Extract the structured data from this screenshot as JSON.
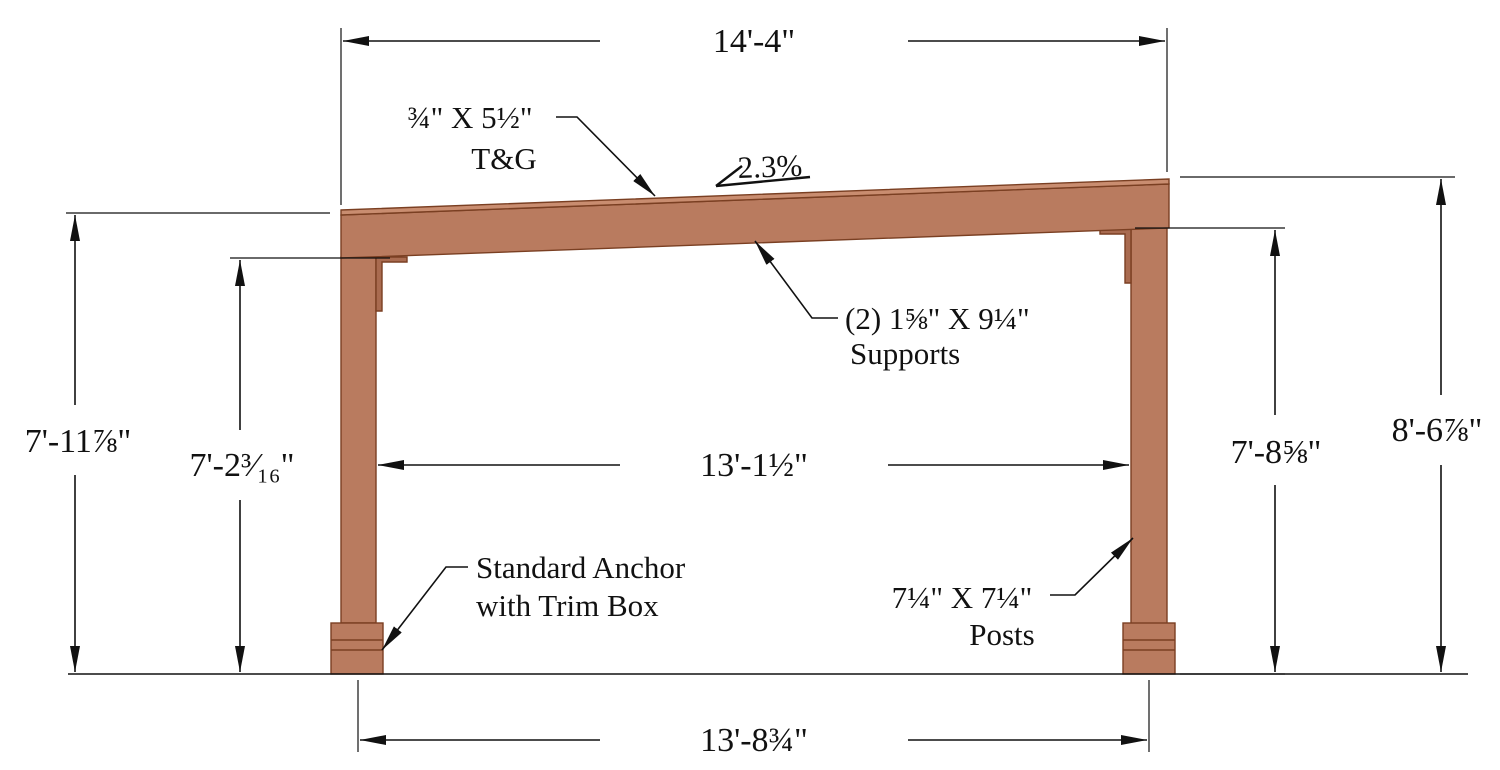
{
  "colors": {
    "wood": "#b97b5f",
    "wood_edge": "#7a3f22",
    "ink": "#111111",
    "background": "#ffffff"
  },
  "dimensions": {
    "overall_width": "14'-4\"",
    "inner_span": "13'-1½\"",
    "post_span": "13'-8¾\"",
    "left_total_height": "7'-11⅞\"",
    "left_clear_height": "7'-2³⁄₁₆\"",
    "right_clear_height": "7'-8⅝\"",
    "right_total_height": "8'-6⅞\""
  },
  "slope": "2.3%",
  "callouts": {
    "decking_line1": "¾\" X 5½\"",
    "decking_line2": "T&G",
    "supports_line1": "(2) 1⅝\" X 9¼\"",
    "supports_line2": "Supports",
    "anchor_line1": "Standard Anchor",
    "anchor_line2": "with Trim Box",
    "posts_line1": "7¼\" X 7¼\"",
    "posts_line2": "Posts"
  }
}
